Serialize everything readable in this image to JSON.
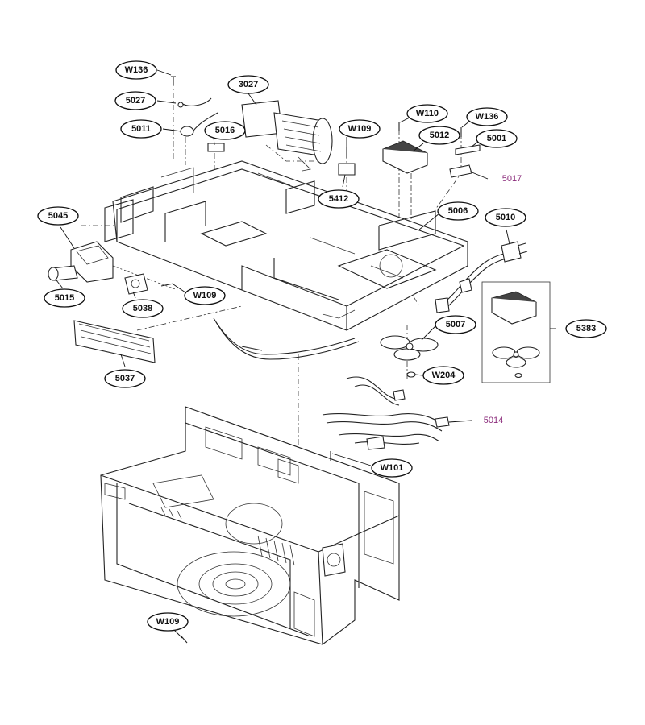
{
  "diagram": {
    "colors": {
      "line": "#222222",
      "label_highlight": "#8a2a7a",
      "background": "#ffffff"
    },
    "labels": [
      {
        "id": "W136_a",
        "text": "W136",
        "highlight": false
      },
      {
        "id": "5027",
        "text": "5027",
        "highlight": false
      },
      {
        "id": "3027",
        "text": "3027",
        "highlight": false
      },
      {
        "id": "5011",
        "text": "5011",
        "highlight": false
      },
      {
        "id": "5016",
        "text": "5016",
        "highlight": false
      },
      {
        "id": "W109_a",
        "text": "W109",
        "highlight": false
      },
      {
        "id": "W110",
        "text": "W110",
        "highlight": false
      },
      {
        "id": "W136_b",
        "text": "W136",
        "highlight": false
      },
      {
        "id": "5012",
        "text": "5012",
        "highlight": false
      },
      {
        "id": "5001",
        "text": "5001",
        "highlight": false
      },
      {
        "id": "5017",
        "text": "5017",
        "highlight": true
      },
      {
        "id": "5412",
        "text": "5412",
        "highlight": false
      },
      {
        "id": "5045",
        "text": "5045",
        "highlight": false
      },
      {
        "id": "5006",
        "text": "5006",
        "highlight": false
      },
      {
        "id": "5010",
        "text": "5010",
        "highlight": false
      },
      {
        "id": "5015",
        "text": "5015",
        "highlight": false
      },
      {
        "id": "5038",
        "text": "5038",
        "highlight": false
      },
      {
        "id": "W109_b",
        "text": "W109",
        "highlight": false
      },
      {
        "id": "5383",
        "text": "5383",
        "highlight": false
      },
      {
        "id": "5007",
        "text": "5007",
        "highlight": false
      },
      {
        "id": "5037",
        "text": "5037",
        "highlight": false
      },
      {
        "id": "W204",
        "text": "W204",
        "highlight": false
      },
      {
        "id": "5014",
        "text": "5014",
        "highlight": true
      },
      {
        "id": "W101",
        "text": "W101",
        "highlight": false
      },
      {
        "id": "W109_c",
        "text": "W109",
        "highlight": false
      }
    ]
  }
}
